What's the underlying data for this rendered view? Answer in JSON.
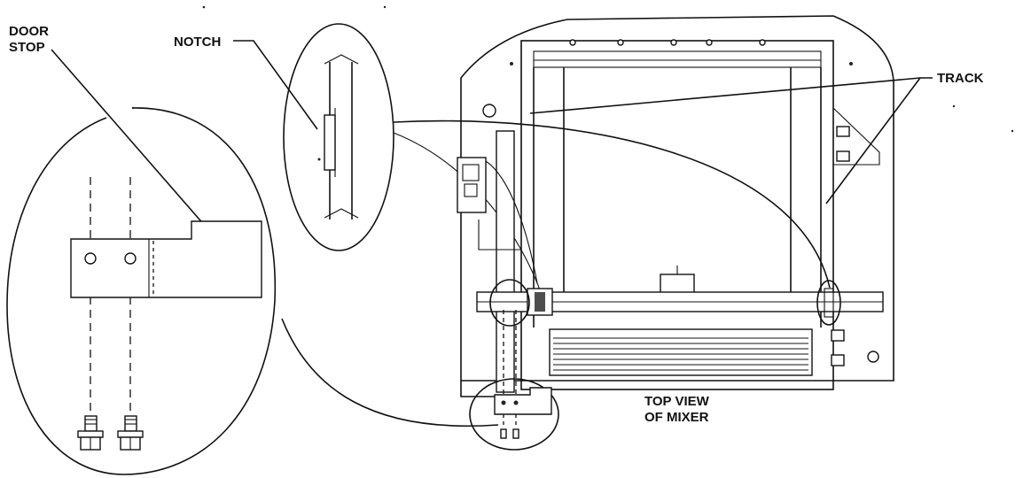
{
  "labels": {
    "door_stop_line1": "DOOR",
    "door_stop_line2": "STOP",
    "notch": "NOTCH",
    "track": "TRACK",
    "top_view_line1": "TOP VIEW",
    "top_view_line2": "OF MIXER"
  }
}
